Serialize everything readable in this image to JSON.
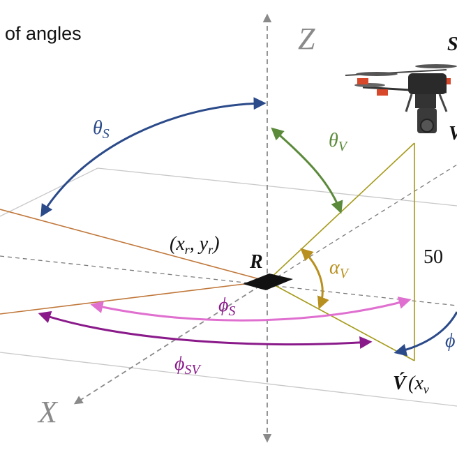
{
  "title_fragment": "of angles",
  "axes": {
    "z": "Z",
    "x": "X"
  },
  "points": {
    "receiver": "R",
    "receiver_coords": "(x_r, y_r)",
    "drone_label_partial": "V",
    "drone_top_partial": "S",
    "projection_label": "V́",
    "projection_coords_partial": "(x_v"
  },
  "angles": {
    "theta_s": {
      "symbol": "θ",
      "sub": "S",
      "color": "#2b4a8a"
    },
    "theta_v": {
      "symbol": "θ",
      "sub": "V",
      "color": "#5b8a3a"
    },
    "alpha_v": {
      "symbol": "α",
      "sub": "V",
      "color": "#b8901f"
    },
    "phi_s": {
      "symbol": "ϕ",
      "sub": "S",
      "color": "#e070d0"
    },
    "phi_sv": {
      "symbol": "ϕ",
      "sub": "SV",
      "color": "#8a1a8a"
    },
    "phi_right_partial": {
      "symbol": "ϕ",
      "color": "#2b4a8a"
    }
  },
  "height_label_partial": "50"
}
